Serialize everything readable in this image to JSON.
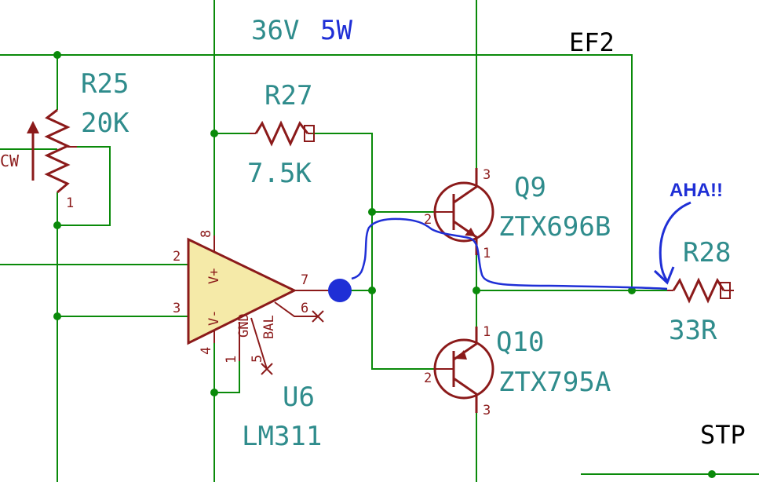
{
  "header": {
    "supply_voltage": "36V",
    "supply_power": "5W"
  },
  "nets": {
    "ef2": "EF2",
    "stp": "STP"
  },
  "components": {
    "r25": {
      "ref": "R25",
      "value": "20K",
      "cw_label": "CW",
      "pin1": "1"
    },
    "r27": {
      "ref": "R27",
      "value": "7.5K"
    },
    "r28": {
      "ref": "R28",
      "value": "33R"
    },
    "q9": {
      "ref": "Q9",
      "value": "ZTX696B",
      "pins": [
        "3",
        "2",
        "1"
      ]
    },
    "q10": {
      "ref": "Q10",
      "value": "ZTX795A",
      "pins": [
        "1",
        "2",
        "3"
      ]
    },
    "u6": {
      "ref": "U6",
      "value": "LM311",
      "pin_numbers": [
        "2",
        "3",
        "8",
        "4",
        "7",
        "6",
        "1",
        "5"
      ],
      "pin_names": [
        "V+",
        "V-",
        "GND",
        "BAL"
      ]
    }
  },
  "annotation": {
    "text": "AHA!!",
    "color": "#1f2fd6"
  },
  "colors": {
    "wire": "#0a8a0a",
    "component": "#8b1a1a",
    "opamp_fill": "#f5eaa8",
    "label": "#2f8c8c",
    "annotation": "#1f2fd6"
  }
}
